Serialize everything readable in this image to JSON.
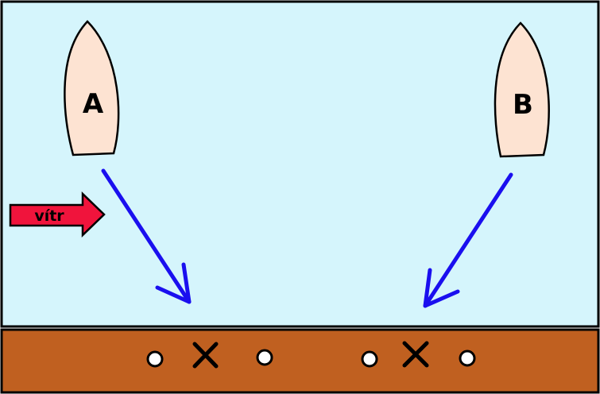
{
  "boats": [
    {
      "label": "A"
    },
    {
      "label": "B"
    }
  ],
  "wind": {
    "label": "vítr"
  },
  "colors": {
    "water": "#D5F5FC",
    "pier": "#C06020",
    "boat_fill": "#FDE3D2",
    "course_arrow": "#1A0FEF",
    "wind_arrow": "#F0143C",
    "outline": "#000000",
    "bollard_fill": "#FFFFFF"
  },
  "pier": {
    "markers": [
      "bollard",
      "cross",
      "bollard",
      "bollard",
      "cross",
      "bollard"
    ]
  }
}
